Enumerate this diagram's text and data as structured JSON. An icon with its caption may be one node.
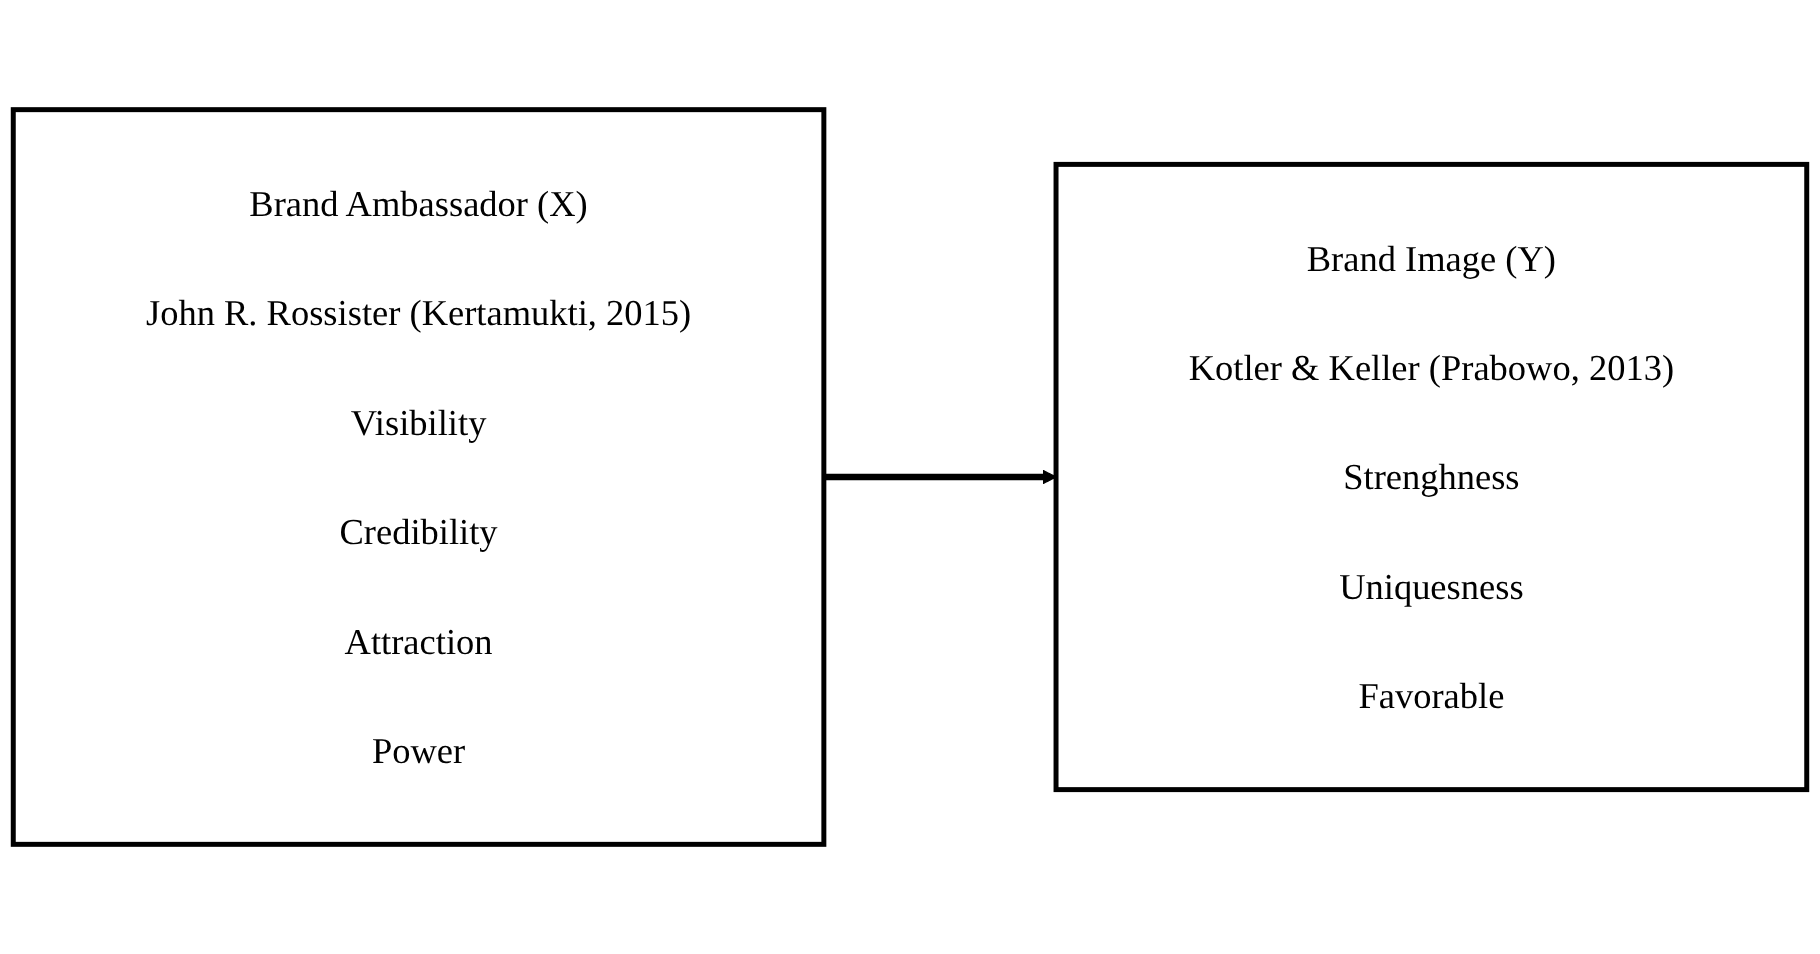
{
  "diagram": {
    "nodes": [
      {
        "text": [
          "Brand Ambassador (X)",
          "John R. Rossister (Kertamukti, 2015)",
          "Visibility",
          "Credibility",
          "Attraction",
          "Power"
        ]
      },
      {
        "text": [
          "Brand Image (Y)",
          "Kotler & Keller (Prabowo, 2013)",
          "Strenghness",
          "Uniquesness",
          "Favorable"
        ]
      }
    ],
    "edges": [
      {
        "from": 0,
        "to": 1,
        "arrow": "to"
      }
    ]
  }
}
